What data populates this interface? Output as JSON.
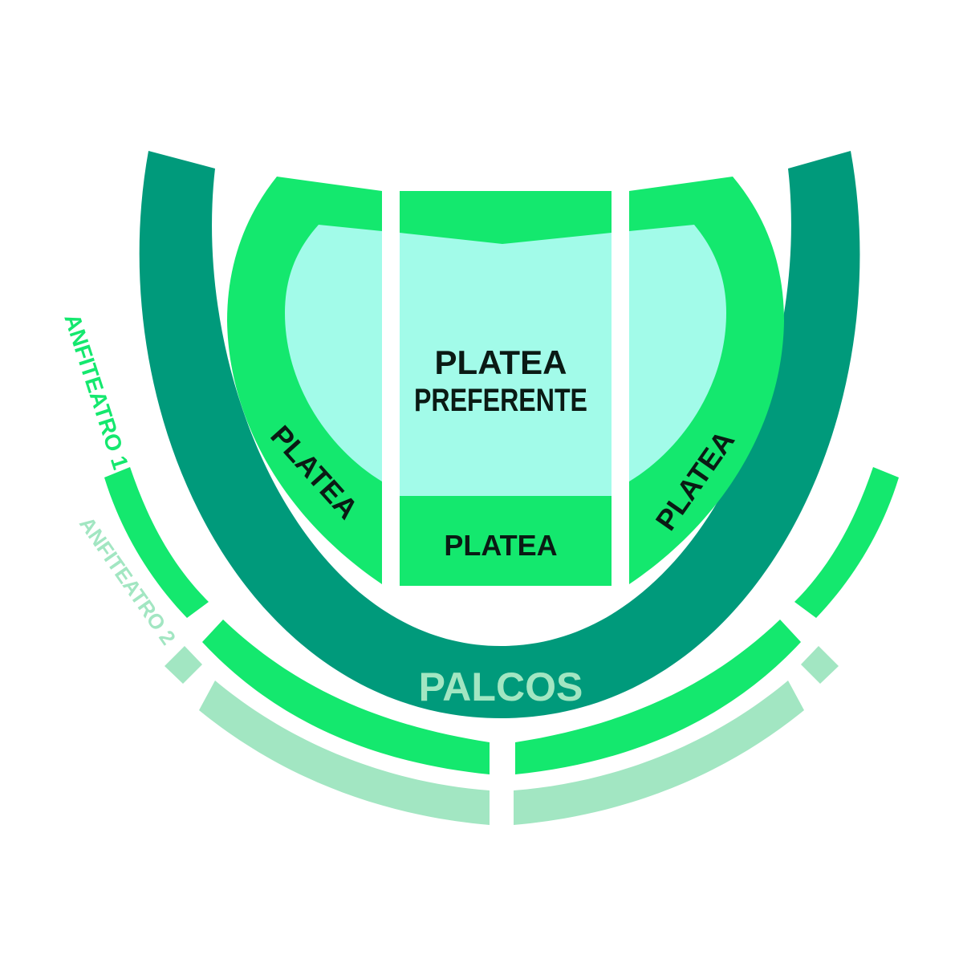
{
  "title": "Seating map",
  "sections": {
    "platea_preferente": {
      "line1": "PLATEA",
      "line2": "PREFERENTE"
    },
    "platea_center": "PLATEA",
    "platea_left": "PLATEA",
    "platea_right": "PLATEA",
    "palcos": "PALCOS",
    "anfiteatro_1": "ANFITEATRO 1",
    "anfiteatro_2": "ANFITEATRO 2"
  },
  "colors": {
    "palcos": "#009a7b",
    "platea": "#14e86e",
    "platea_preferente": "#a2fbe9",
    "anfiteatro_1": "#14e86e",
    "anfiteatro_2": "#a2e6c2",
    "text_dark": "#0a1a14"
  }
}
